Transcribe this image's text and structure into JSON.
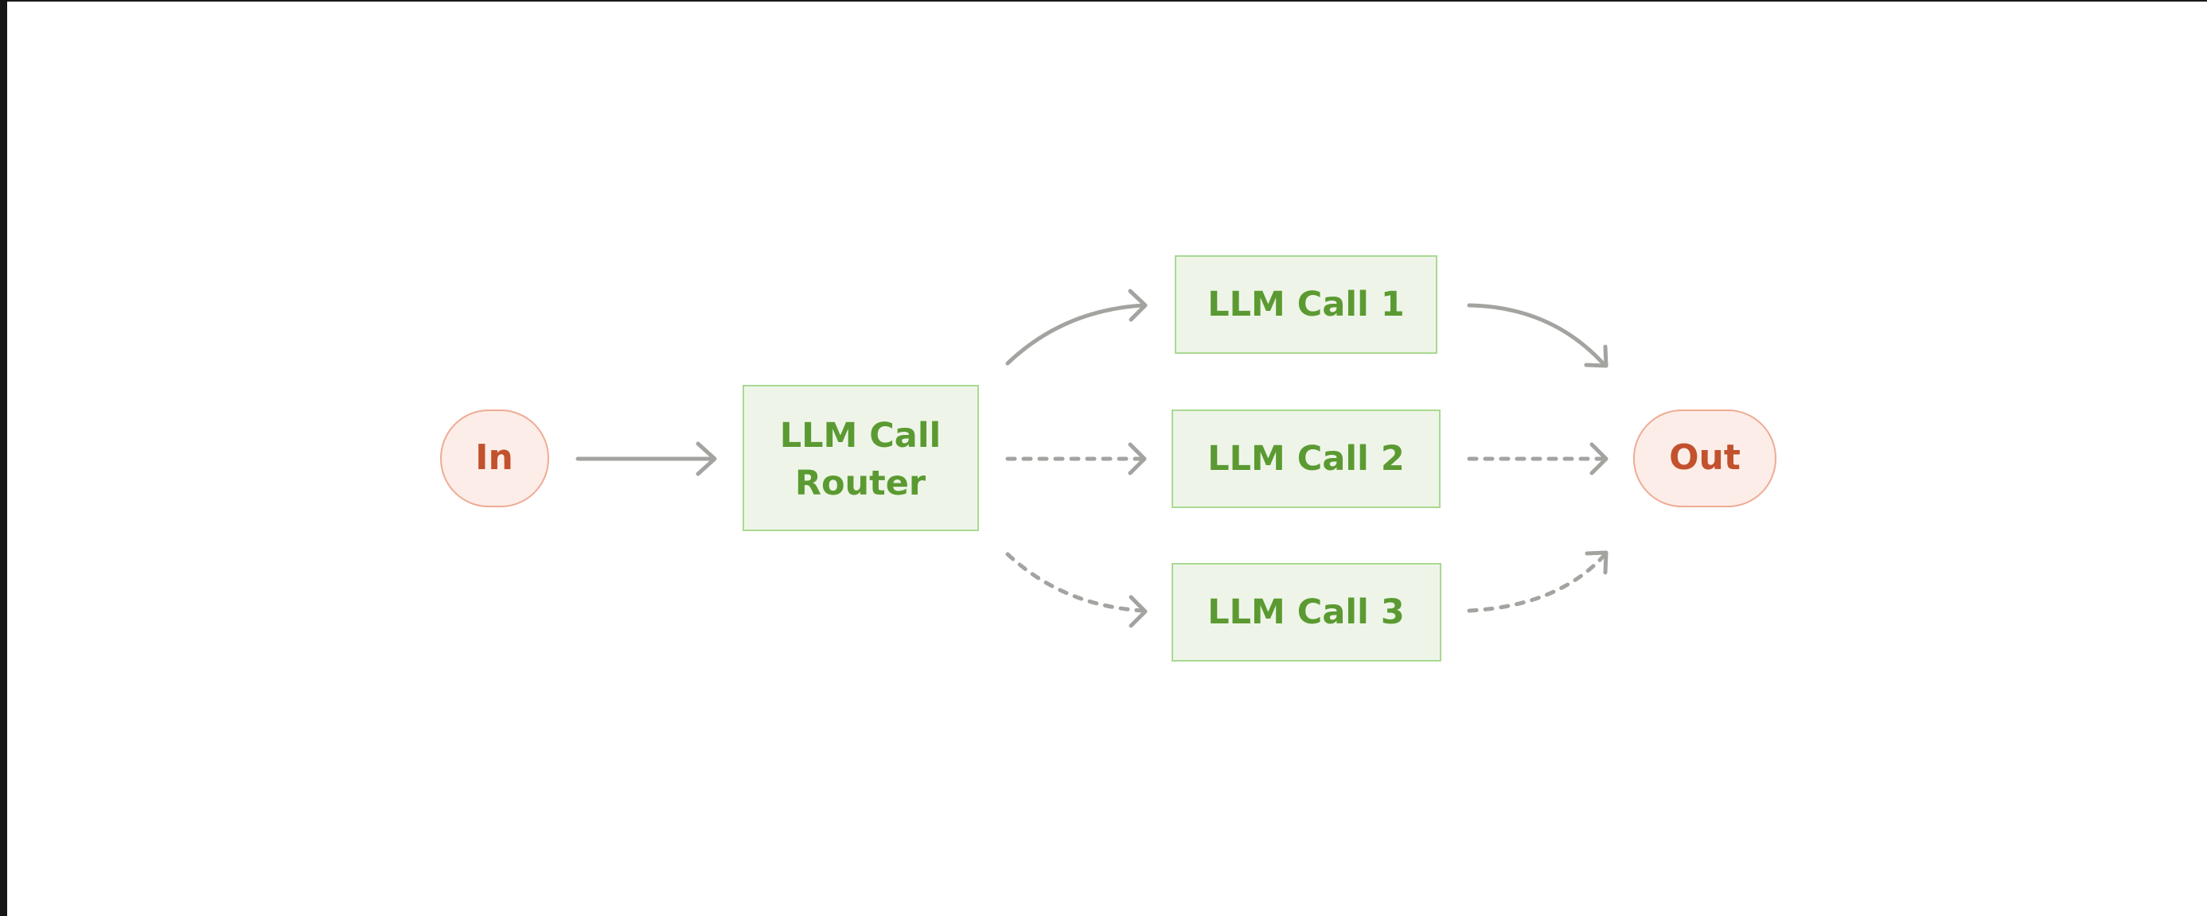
{
  "diagram": {
    "colors": {
      "terminal_fill": "#FCEDE8",
      "terminal_stroke": "#EFAB94",
      "terminal_text": "#C2512D",
      "call_fill": "#EEF5E8",
      "call_stroke": "#A9D992",
      "call_text": "#5B9A32",
      "edge": "#A3A3A0"
    },
    "nodes": {
      "input": "In",
      "router_line1": "LLM Call",
      "router_line2": "Router",
      "call1": "LLM Call 1",
      "call2": "LLM Call 2",
      "call3": "LLM Call 3",
      "output": "Out"
    }
  }
}
